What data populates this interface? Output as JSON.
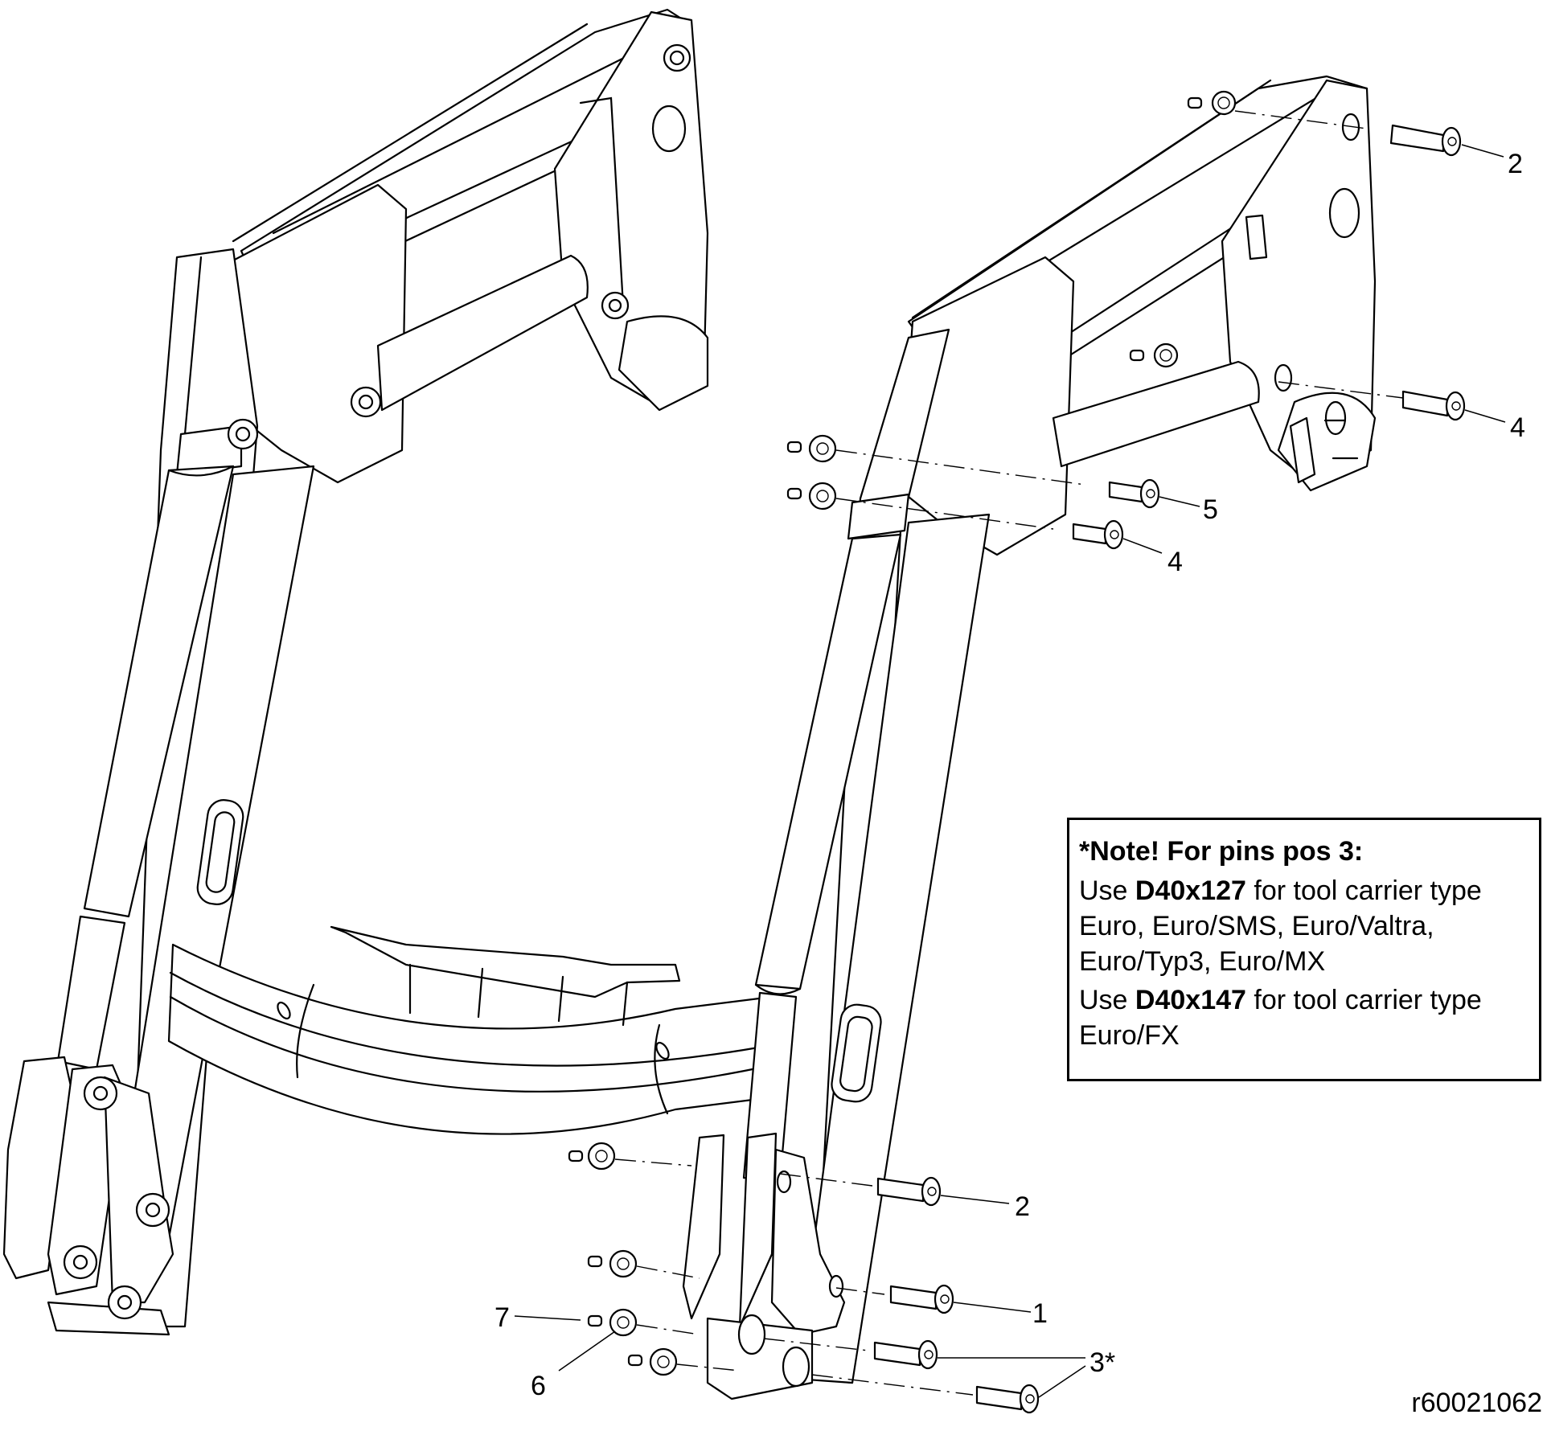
{
  "diagram": {
    "type": "exploded parts assembly (front loader lift frame, pin positions)",
    "callouts": [
      {
        "id": "callout-2-top",
        "label": "2"
      },
      {
        "id": "callout-4-upper",
        "label": "4"
      },
      {
        "id": "callout-5",
        "label": "5"
      },
      {
        "id": "callout-4-lower",
        "label": "4"
      },
      {
        "id": "callout-2-bottom",
        "label": "2"
      },
      {
        "id": "callout-1",
        "label": "1"
      },
      {
        "id": "callout-7",
        "label": "7"
      },
      {
        "id": "callout-6",
        "label": "6"
      },
      {
        "id": "callout-3",
        "label": "3*"
      }
    ],
    "note": {
      "title": "*Note! For pins pos 3:",
      "paragraphs": [
        {
          "prefix": "Use ",
          "part": "D40x127",
          "suffix": " for tool carrier type",
          "lines": [
            "Euro, Euro/SMS, Euro/Valtra,",
            "Euro/Typ3, Euro/MX"
          ]
        },
        {
          "prefix": "Use ",
          "part": "D40x147",
          "suffix": " for tool carrier type",
          "lines": [
            "Euro/FX"
          ]
        }
      ]
    },
    "drawing_number": "r60021062"
  }
}
